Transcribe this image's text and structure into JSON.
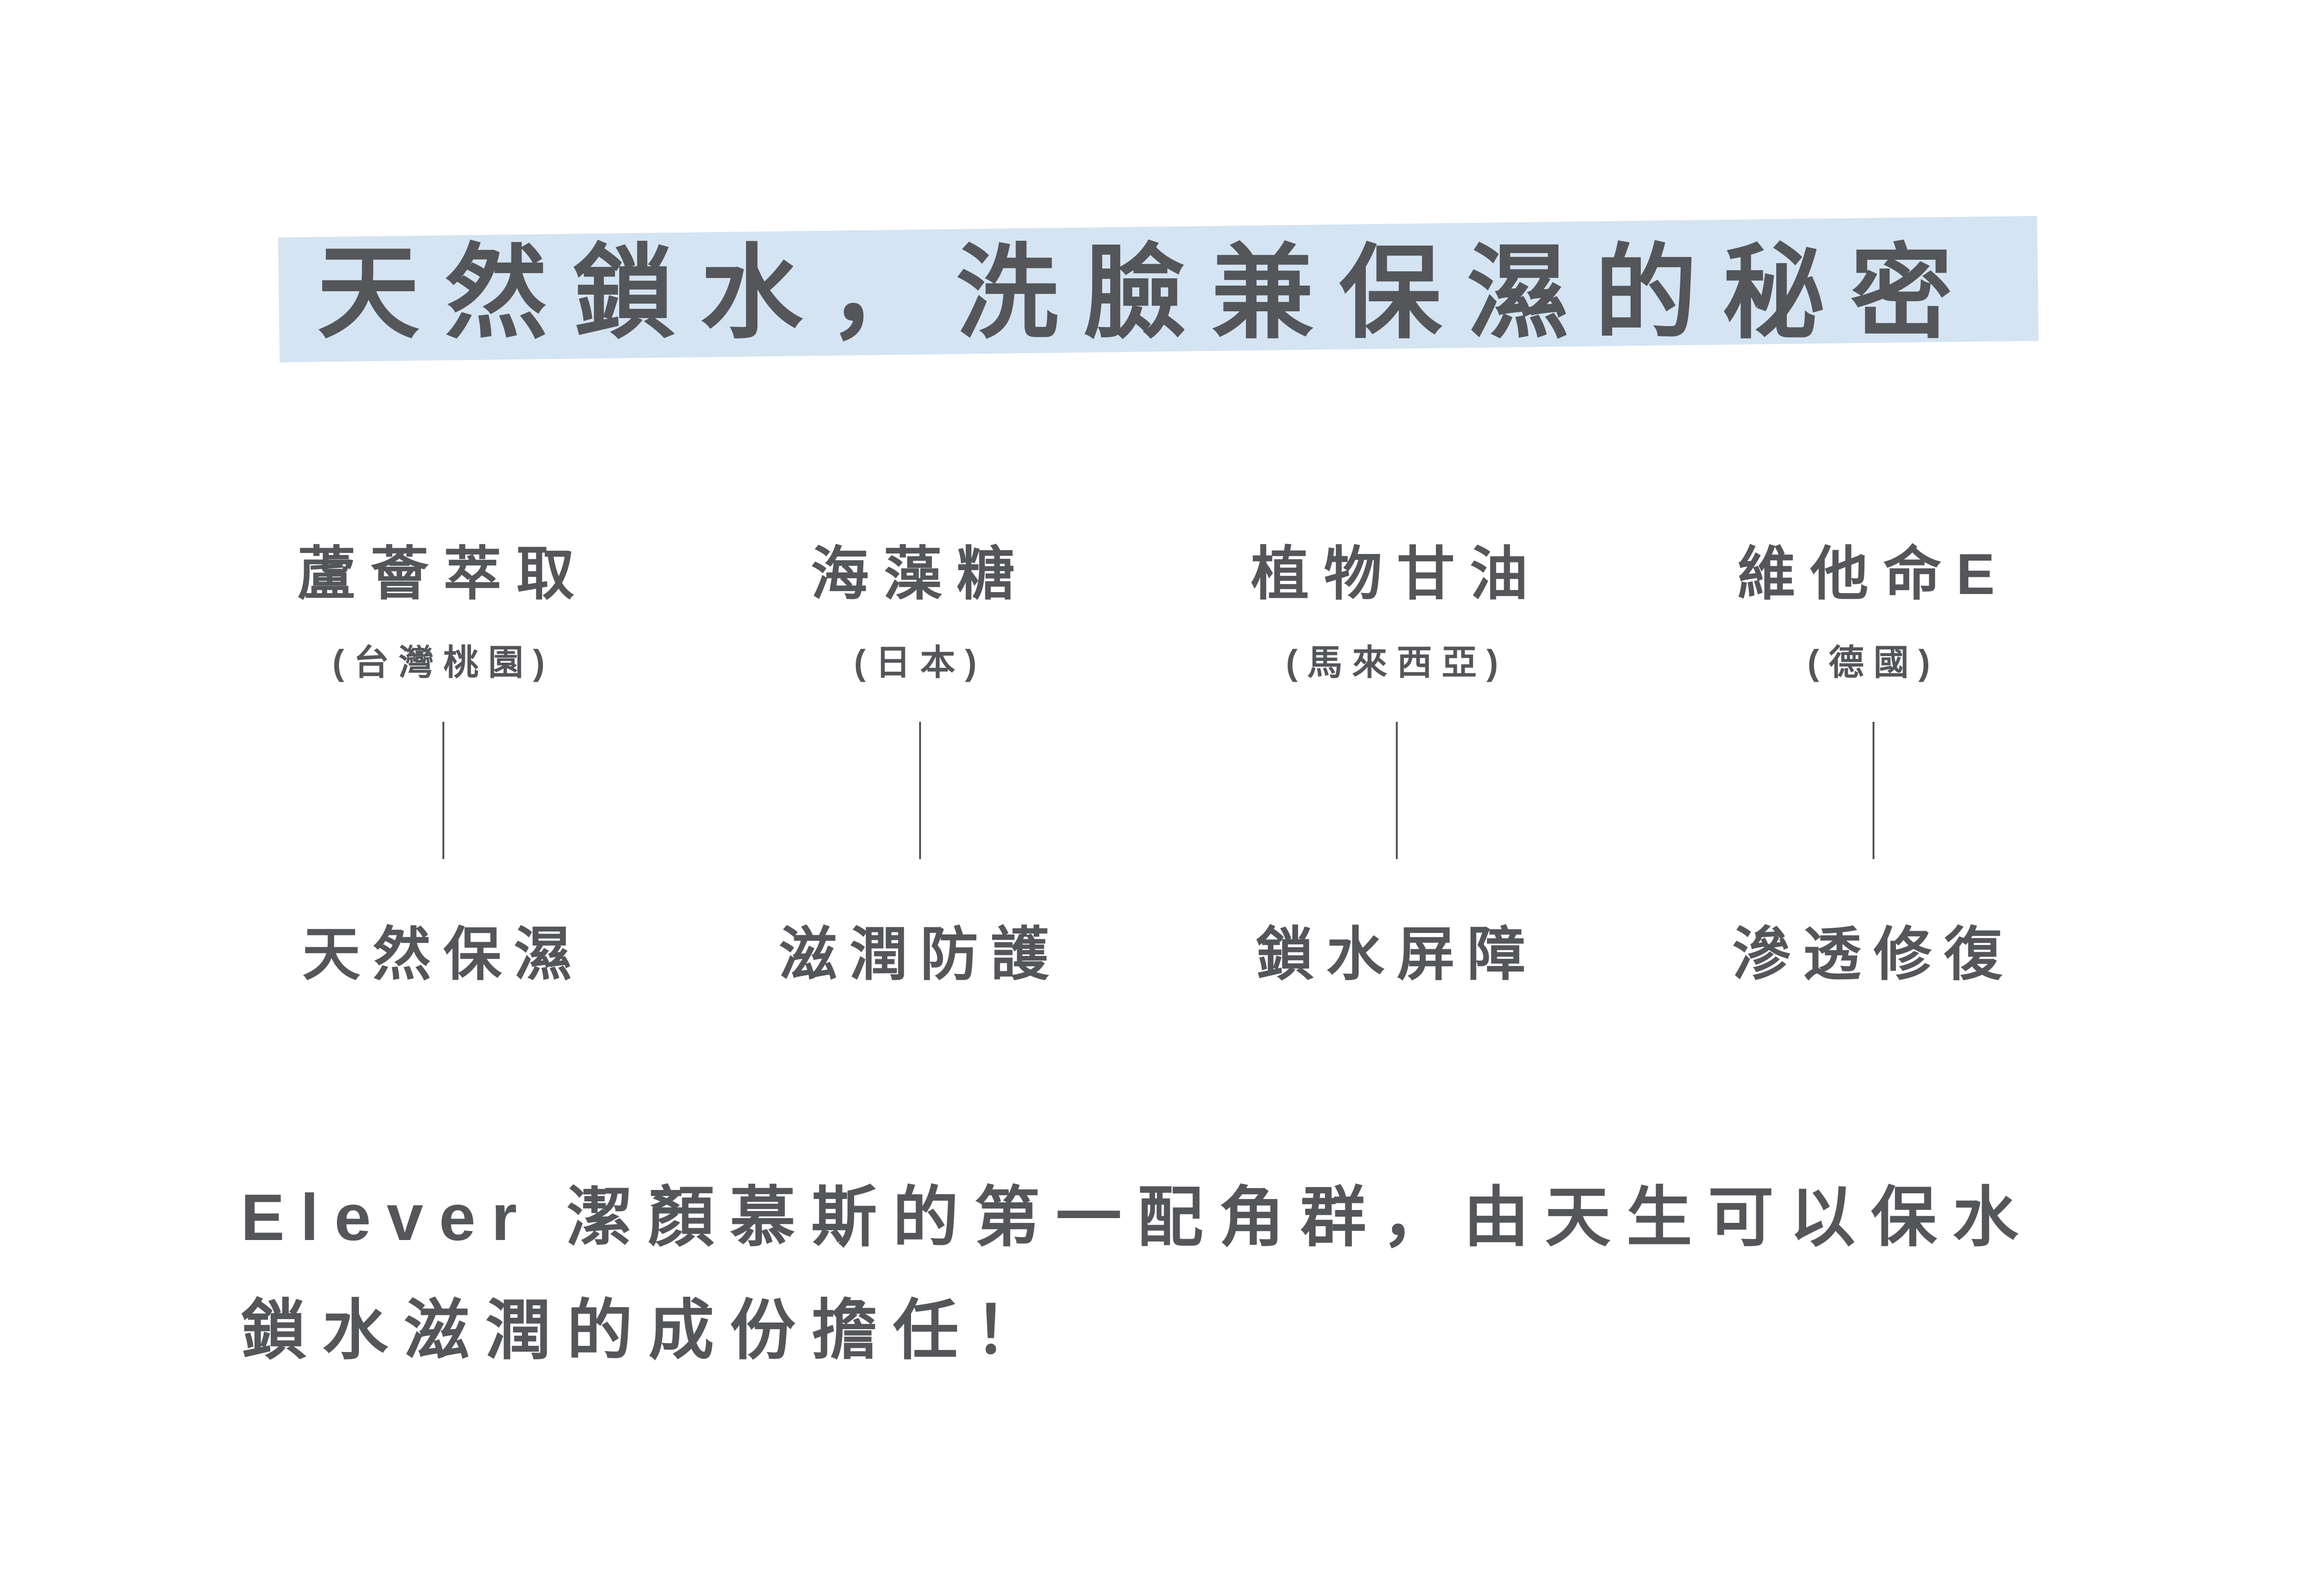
{
  "colors": {
    "background": "#ffffff",
    "text": "#545659",
    "highlight": "#d5e4f3",
    "line": "#545659"
  },
  "title": {
    "text": "天然鎖水，洗臉兼保濕的秘密"
  },
  "ingredients": [
    {
      "name": "蘆薈萃取",
      "origin": "(台灣桃園)",
      "benefit": "天然保濕"
    },
    {
      "name": "海藻糖",
      "origin": "(日本)",
      "benefit": "滋潤防護"
    },
    {
      "name": "植物甘油",
      "origin": "(馬來西亞)",
      "benefit": "鎖水屏障"
    },
    {
      "name": "維他命E",
      "origin": "(德國)",
      "benefit": "滲透修復"
    }
  ],
  "footer": {
    "line1": "Elever 潔顏慕斯的第一配角群，由天生可以保水",
    "line2": "鎖水滋潤的成份擔任！"
  }
}
